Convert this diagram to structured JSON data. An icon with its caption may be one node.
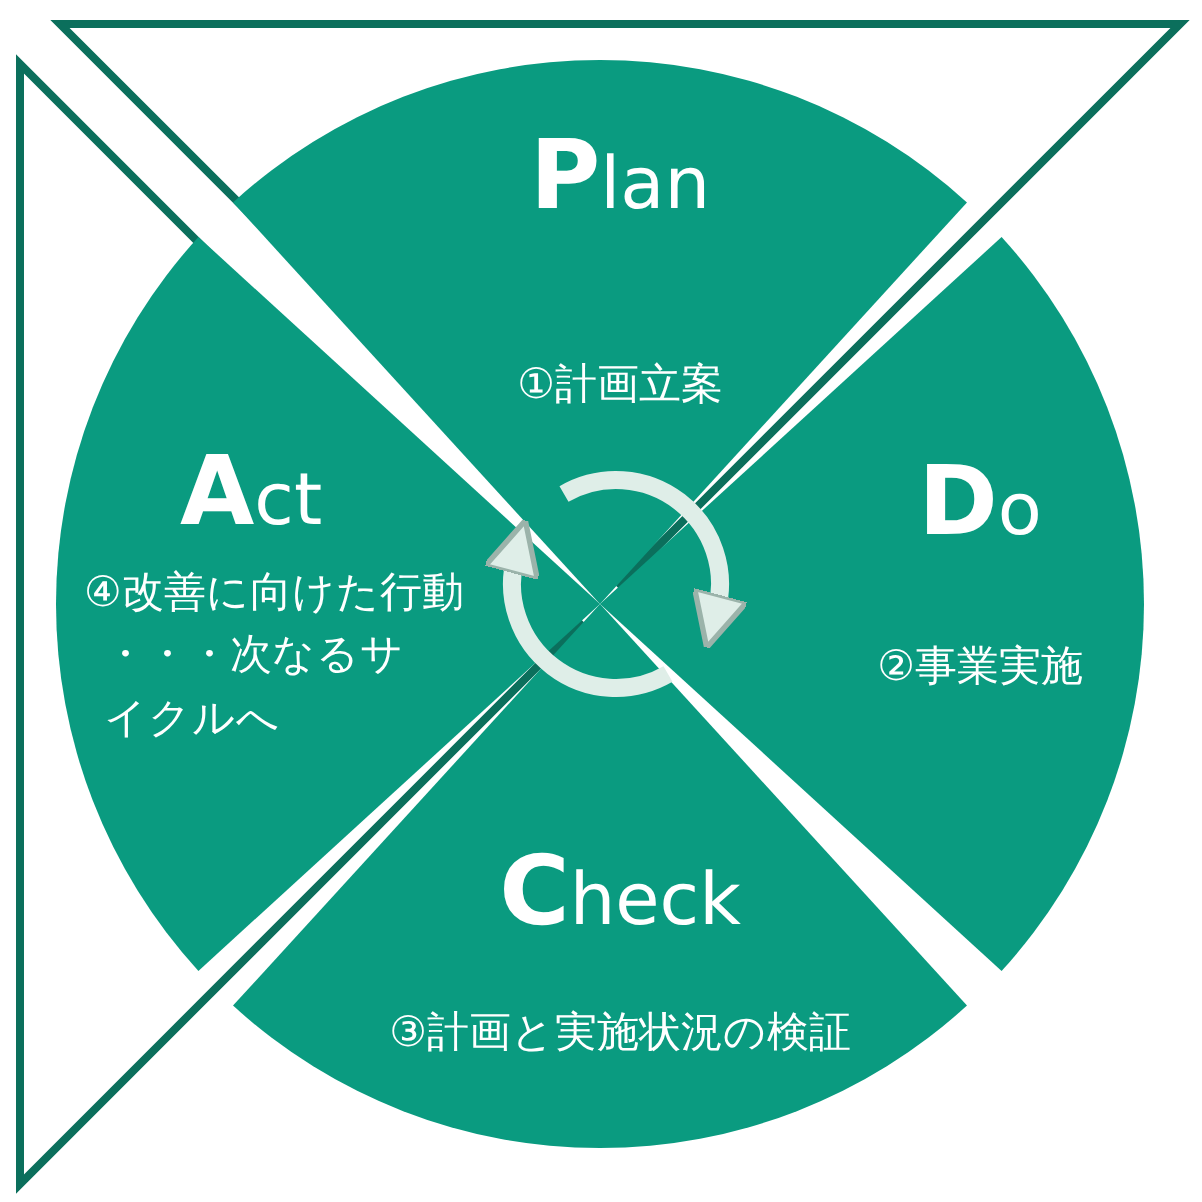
{
  "diagram": {
    "nodes": [
      {
        "text": [
          "**P**lan",
          "①計画立案"
        ]
      },
      {
        "text": [
          "**D**o",
          "②事業実施"
        ]
      },
      {
        "text": [
          "**C**heck",
          "③計画と実施状況の検証"
        ]
      },
      {
        "text": [
          "**A**ct",
          "④改善に向けた行動",
          "・・・次なるサイクルへ"
        ]
      }
    ]
  }
}
